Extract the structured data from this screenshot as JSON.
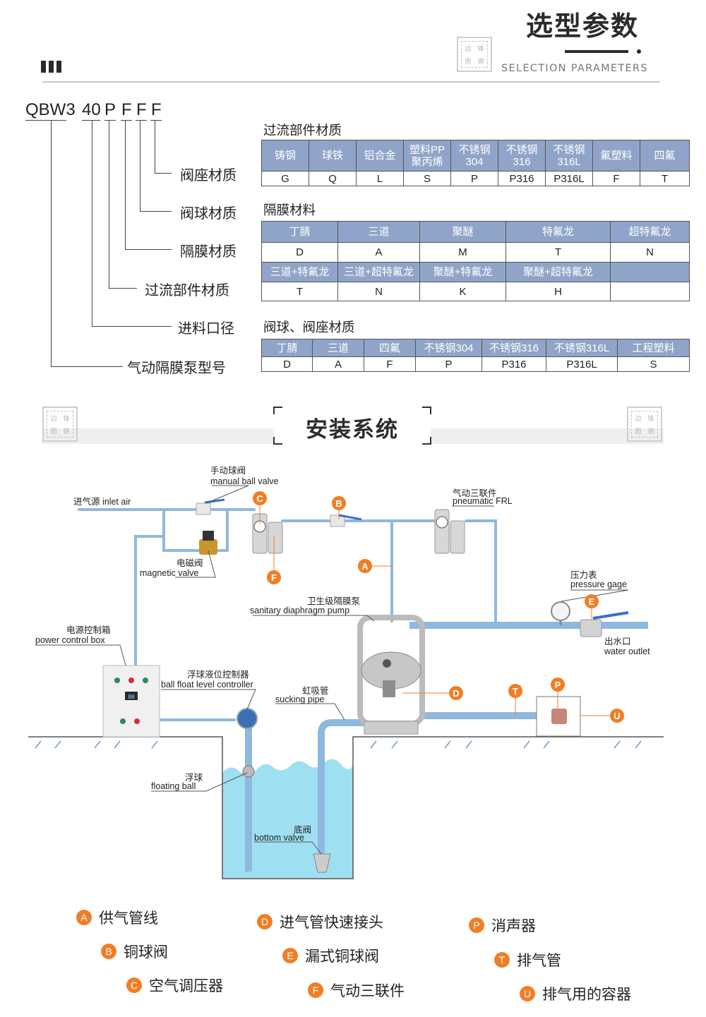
{
  "header": {
    "title": "选型参数",
    "subtitle": "SELECTION PARAMETERS",
    "seal_chars": [
      "边",
      "锋",
      "图",
      "德"
    ]
  },
  "model": {
    "parts": [
      "QBW3",
      "40",
      "P",
      "F",
      "F",
      "F"
    ],
    "labels": [
      "阀座材质",
      "阀球材质",
      "隔膜材质",
      "过流部件材质",
      "进料口径",
      "气动隔膜泵型号"
    ]
  },
  "table_flow": {
    "caption": "过流部件材质",
    "headers": [
      "铸钢",
      "球铁",
      "铝合金",
      "塑料PP 聚丙烯",
      "不锈钢 304",
      "不锈钢 316",
      "不锈钢 316L",
      "氟塑料",
      "四氟"
    ],
    "values": [
      "G",
      "Q",
      "L",
      "S",
      "P",
      "P316",
      "P316L",
      "F",
      "T"
    ]
  },
  "table_membrane": {
    "caption": "隔膜材料",
    "headers1": [
      "丁腈",
      "三道",
      "聚醚",
      "特氟龙",
      "超特氟龙"
    ],
    "values1": [
      "D",
      "A",
      "M",
      "T",
      "N"
    ],
    "headers2": [
      "三道+特氟龙",
      "三道+超特氟龙",
      "聚醚+特氟龙",
      "聚醚+超特氟龙",
      ""
    ],
    "values2": [
      "T",
      "N",
      "K",
      "H",
      ""
    ]
  },
  "table_ball": {
    "caption": "阀球、阀座材质",
    "headers": [
      "丁腈",
      "三道",
      "四氟",
      "不锈钢304",
      "不锈钢316",
      "不锈钢316L",
      "工程塑料"
    ],
    "values": [
      "D",
      "A",
      "F",
      "P",
      "P316",
      "P316L",
      "S"
    ]
  },
  "install": {
    "title": "安装系统",
    "manual_valve_cn": "手动球阀",
    "manual_valve_en": "manual ball valve",
    "inlet_air": "进气源 inlet air",
    "magnetic_cn": "电磁阀",
    "magnetic_en": "magnetic valve",
    "frl_cn": "气动三联件",
    "frl_en": "pneumatic FRL",
    "pump_cn": "卫生级隔膜泵",
    "pump_en": "sanitary diaphragm pump",
    "gage_cn": "压力表",
    "gage_en": "pressure gage",
    "outlet_cn": "出水口",
    "outlet_en": "water outlet",
    "box_cn": "电源控制箱",
    "box_en": "power control box",
    "float_ctrl_cn": "浮球液位控制器",
    "float_ctrl_en": "ball float level controller",
    "sucking_cn": "虹吸管",
    "sucking_en": "sucking pipe",
    "float_ball_cn": "浮球",
    "float_ball_en": "floating ball",
    "bottom_cn": "底阀",
    "bottom_en": "bottom valve",
    "box_display": "88",
    "markers": [
      "A",
      "B",
      "C",
      "D",
      "E",
      "F",
      "T",
      "P",
      "U"
    ],
    "colors": {
      "pipe": "#8fb8de",
      "pipe_edge": "#6e9cc8",
      "marker": "#f07e26",
      "water": "#9fdff2"
    }
  },
  "legend": [
    {
      "key": "A",
      "text": "供气管线"
    },
    {
      "key": "B",
      "text": "铜球阀"
    },
    {
      "key": "C",
      "text": "空气调压器"
    },
    {
      "key": "D",
      "text": "进气管快速接头"
    },
    {
      "key": "E",
      "text": "漏式铜球阀"
    },
    {
      "key": "F",
      "text": "气动三联件"
    },
    {
      "key": "P",
      "text": "消声器"
    },
    {
      "key": "T",
      "text": "排气管"
    },
    {
      "key": "U",
      "text": "排气用的容器"
    }
  ]
}
